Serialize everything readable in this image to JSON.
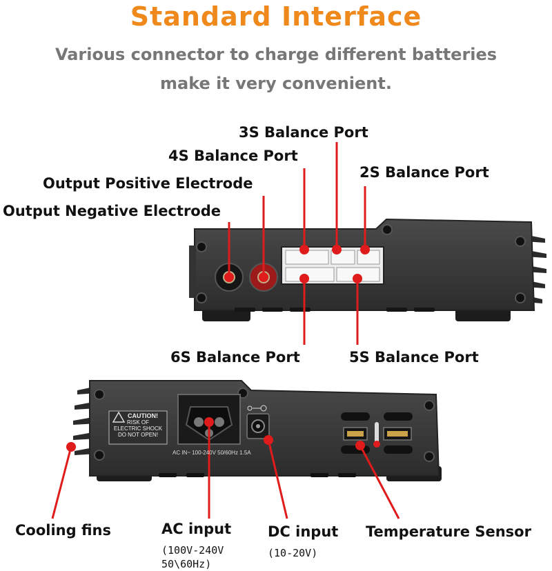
{
  "header": {
    "title": "Standard Interface",
    "subtitle_line1": "Various connector to charge different batteries",
    "subtitle_line2": "make it very convenient."
  },
  "top_view": {
    "labels": {
      "s3": "3S Balance Port",
      "s4": "4S Balance Port",
      "s2": "2S Balance Port",
      "out_pos": "Output Positive Electrode",
      "out_neg": "Output Negative Electrode",
      "s6": "6S Balance Port",
      "s5": "5S Balance Port"
    }
  },
  "bottom_view": {
    "caution": {
      "title": "CAUTION!",
      "line1": "RISK OF",
      "line2": "ELECTRIC SHOCK",
      "line3": "DO NOT OPEN!"
    },
    "ac_rating": "AC IN~ 100-240V 50/60Hz 1.5A",
    "labels": {
      "cooling": "Cooling fins",
      "ac": "AC input",
      "ac_spec1": "(100V-240V",
      "ac_spec2": "50\\60Hz)",
      "dc": "DC input",
      "dc_spec": "(10-20V)",
      "temp": "Temperature Sensor"
    }
  },
  "colors": {
    "accent": "#f0891c",
    "pointer": "#e01b1b",
    "device": "#3a3a3a"
  }
}
